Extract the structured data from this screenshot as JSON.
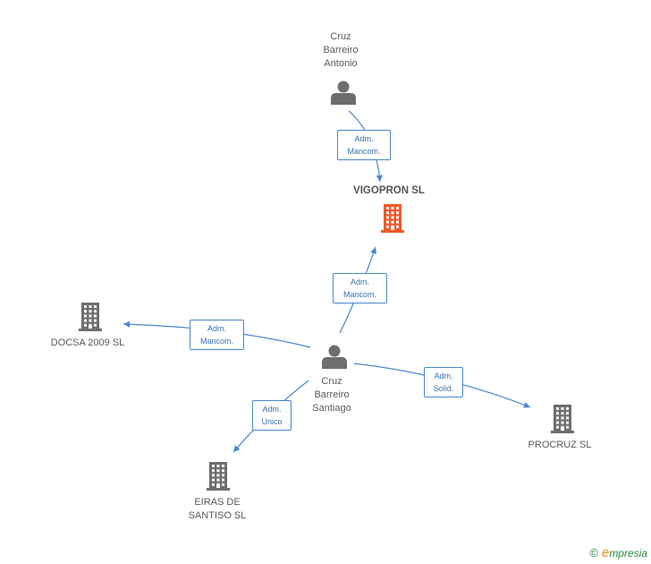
{
  "nodes": [
    {
      "id": "cruz-antonio",
      "kind": "person",
      "label": "Cruz\nBarreiro\nAntonio"
    },
    {
      "id": "vigopron",
      "kind": "company",
      "label": "VIGOPRON SL",
      "highlight": true,
      "color": "#f0582a"
    },
    {
      "id": "cruz-santiago",
      "kind": "person",
      "label": "Cruz\nBarreiro\nSantiago"
    },
    {
      "id": "docsa",
      "kind": "company",
      "label": "DOCSA 2009 SL",
      "color": "#6e6e6e"
    },
    {
      "id": "procruz",
      "kind": "company",
      "label": "PROCRUZ SL",
      "color": "#6e6e6e"
    },
    {
      "id": "eiras",
      "kind": "company",
      "label": "EIRAS DE\nSANTISO SL",
      "color": "#6e6e6e"
    }
  ],
  "edges": [
    {
      "from": "cruz-antonio",
      "to": "vigopron",
      "label": "Adm.\nMancom."
    },
    {
      "from": "cruz-santiago",
      "to": "vigopron",
      "label": "Adm.\nMancom."
    },
    {
      "from": "cruz-santiago",
      "to": "docsa",
      "label": "Adm.\nMancom."
    },
    {
      "from": "cruz-santiago",
      "to": "procruz",
      "label": "Adm.\nSolid."
    },
    {
      "from": "cruz-santiago",
      "to": "eiras",
      "label": "Adm.\nUnico"
    }
  ],
  "colors": {
    "edge": "#4a86d0",
    "person": "#6e6e6e",
    "company": "#6e6e6e",
    "highlight": "#f0582a"
  },
  "logo": {
    "copyright": "©",
    "brand_initial": "e",
    "brand_rest": "mpresia"
  }
}
